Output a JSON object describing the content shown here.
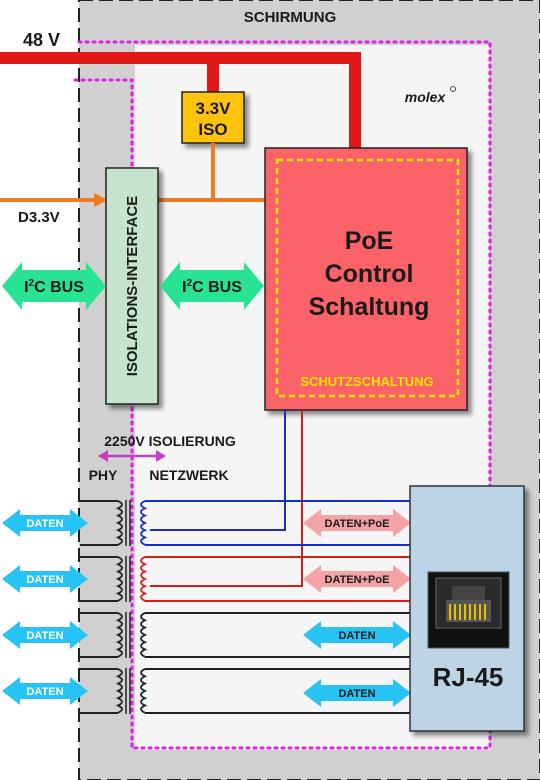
{
  "diagram": {
    "shield_label": "SCHIRMUNG",
    "input_48v": "48 V",
    "input_d33v": "D3.3V",
    "iso_block": {
      "line1": "3.3V",
      "line2": "ISO"
    },
    "brand": "molex",
    "isolation_interface": "ISOLATIONS-INTERFACE",
    "i2c_bus": {
      "prefix": "I",
      "superscript": "2",
      "suffix": "C BUS"
    },
    "poe_block": {
      "line1": "PoE",
      "line2": "Control",
      "line3": "Schaltung",
      "protection": "SCHUTZSCHALTUNG"
    },
    "isolation_label": "2250V ISOLIERUNG",
    "phy_label": "PHY",
    "network_label": "NETZWERK",
    "data_label": "DATEN",
    "data_poe_label": "DATEN+PoE",
    "connector_label": "RJ-45",
    "colors": {
      "shield_fill": "#d0d0d0",
      "power_line": "#e01818",
      "aux_line": "#ee7a22",
      "iso_block": "#ffc20e",
      "poe_block": "#fb6468",
      "protection_border": "#ffe600",
      "isolation_interface": "#c6e3cf",
      "bus_arrow": "#28e392",
      "data_arrow": "#27c3f5",
      "data_poe_arrow": "#f4a3a5",
      "pair_blue": "#1a2fc0",
      "pair_red": "#d0201c",
      "boundary_dotted": "#e020e0",
      "isolation_marker": "#c040c0",
      "connector_fill": "#bcd4e6"
    },
    "icons": [
      "rj45-jack-icon",
      "molex-logo-icon",
      "transformer-icon",
      "double-arrow-icon"
    ]
  }
}
